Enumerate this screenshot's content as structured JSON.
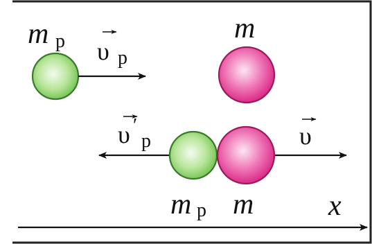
{
  "diagram": {
    "top": {
      "proton_mass_symbol": "m",
      "proton_mass_sub": "p",
      "proton_velocity_symbol": "υ",
      "proton_velocity_sub": "p",
      "target_mass_symbol": "m"
    },
    "bottom": {
      "proton_velocity_symbol": "υ",
      "proton_velocity_prime": "′",
      "proton_velocity_sub": "p",
      "target_velocity_symbol": "υ",
      "proton_mass_symbol": "m",
      "proton_mass_sub": "p",
      "target_mass_symbol": "m"
    },
    "axis": {
      "label": "x"
    }
  },
  "colors": {
    "proton_fill": "#9edb7a",
    "proton_highlight": "#e9f8dd",
    "proton_stroke": "#3a7a2a",
    "target_fill": "#e8419a",
    "target_highlight": "#fbd3ea",
    "target_stroke": "#9a1a5a",
    "frame": "#222222"
  }
}
